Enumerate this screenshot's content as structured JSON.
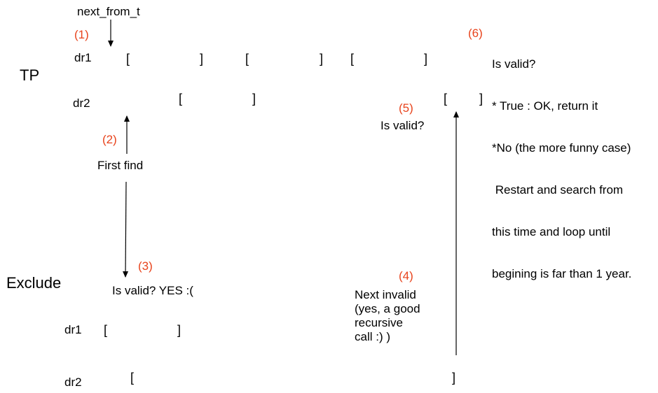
{
  "top_label": "next_from_t",
  "sections": {
    "tp": "TP",
    "exclude": "Exclude"
  },
  "rows": {
    "dr1": "dr1",
    "dr2": "dr2"
  },
  "steps": {
    "s1": {
      "num": "(1)"
    },
    "s2": {
      "num": "(2)",
      "text": "First find"
    },
    "s3": {
      "num": "(3)",
      "text": "Is valid? YES :("
    },
    "s4": {
      "num": "(4)",
      "lines": [
        "Next invalid",
        "(yes, a good",
        "recursive",
        "call :) )"
      ]
    },
    "s5": {
      "num": "(5)",
      "text": "Is valid?"
    },
    "s6": {
      "num": "(6)",
      "lines": [
        "Is valid?",
        "* True : OK, return it",
        "*No (the more funny case)",
        " Restart and search from",
        "this time and loop until",
        "begining is far than 1 year."
      ]
    }
  },
  "brackets": {
    "open": "[",
    "close": "]"
  },
  "colors": {
    "step_number": "#e8431c",
    "line": "#000000"
  }
}
